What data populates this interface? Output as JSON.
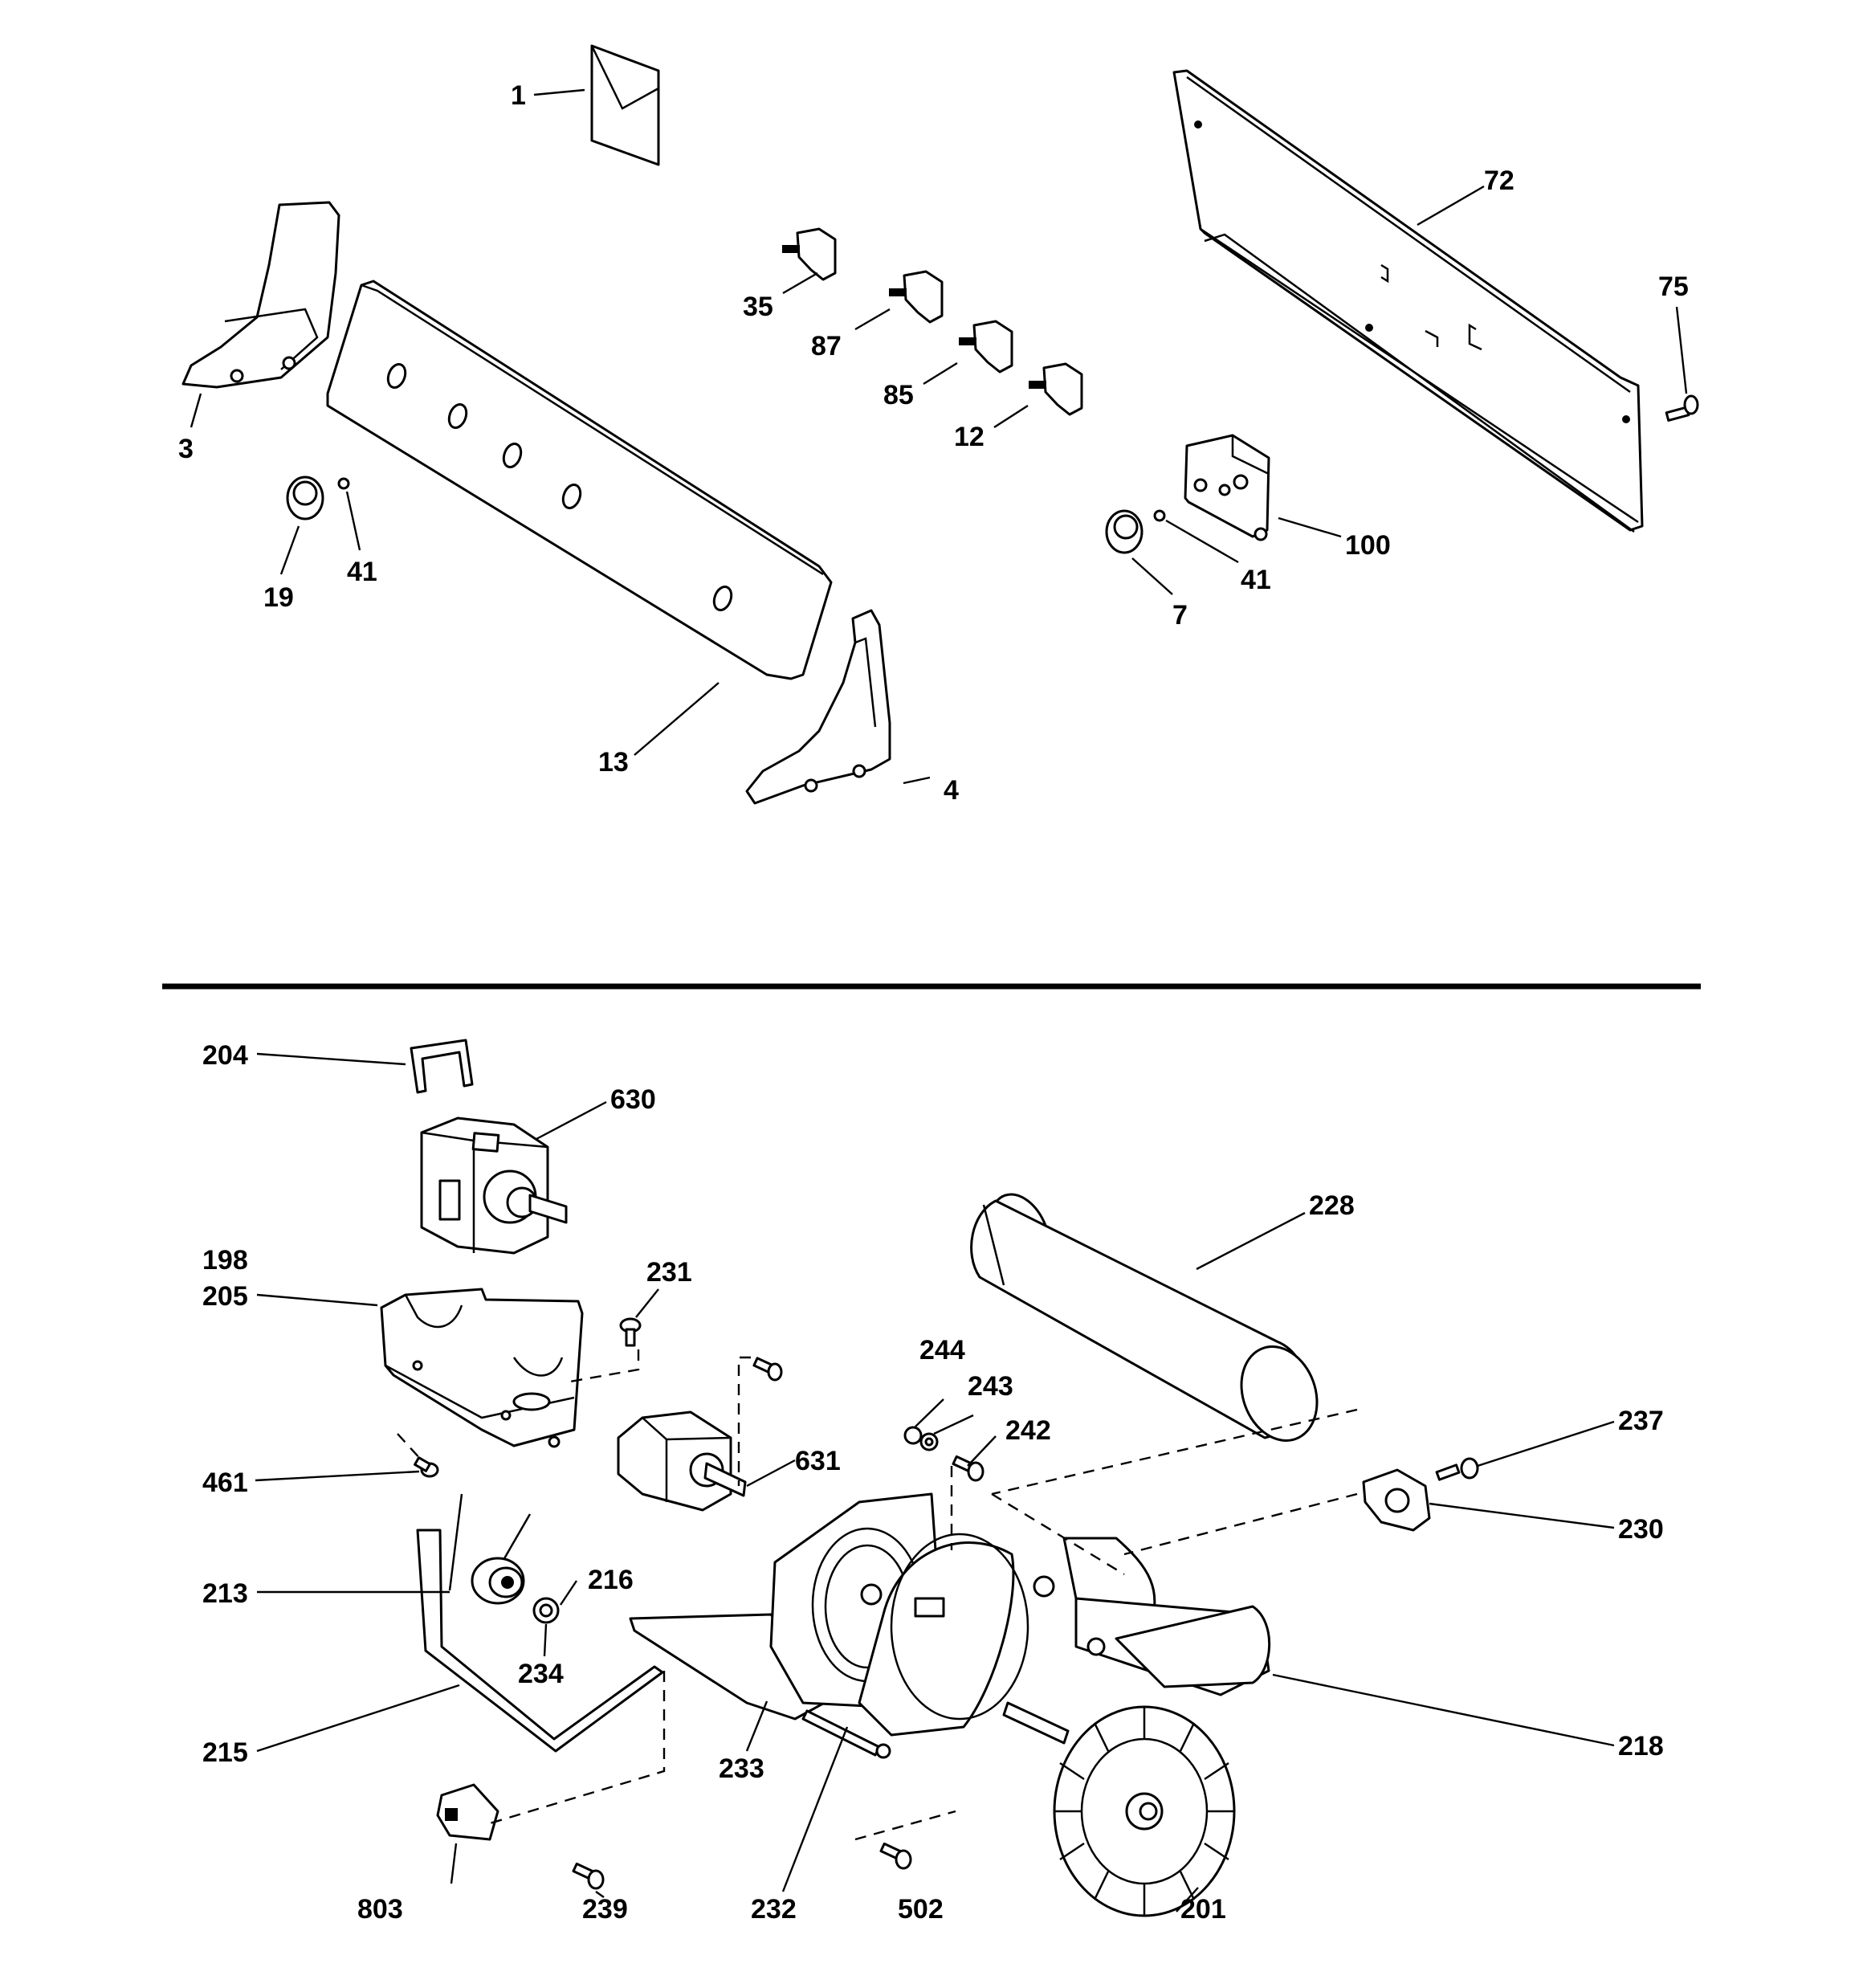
{
  "callouts": {
    "c1": "1",
    "c3": "3",
    "c4": "4",
    "c7": "7",
    "c12": "12",
    "c13": "13",
    "c19": "19",
    "c35": "35",
    "c41a": "41",
    "c41b": "41",
    "c72": "72",
    "c75": "75",
    "c85": "85",
    "c87": "87",
    "c100": "100",
    "c198": "198",
    "c201": "201",
    "c204": "204",
    "c205": "205",
    "c213": "213",
    "c215": "215",
    "c216": "216",
    "c218": "218",
    "c228": "228",
    "c230": "230",
    "c231": "231",
    "c232": "232",
    "c233": "233",
    "c234": "234",
    "c237": "237",
    "c239": "239",
    "c242": "242",
    "c243": "243",
    "c244": "244",
    "c461": "461",
    "c502": "502",
    "c630": "630",
    "c631": "631",
    "c803": "803"
  },
  "colors": {
    "ink": "#000000",
    "paper": "#ffffff"
  }
}
